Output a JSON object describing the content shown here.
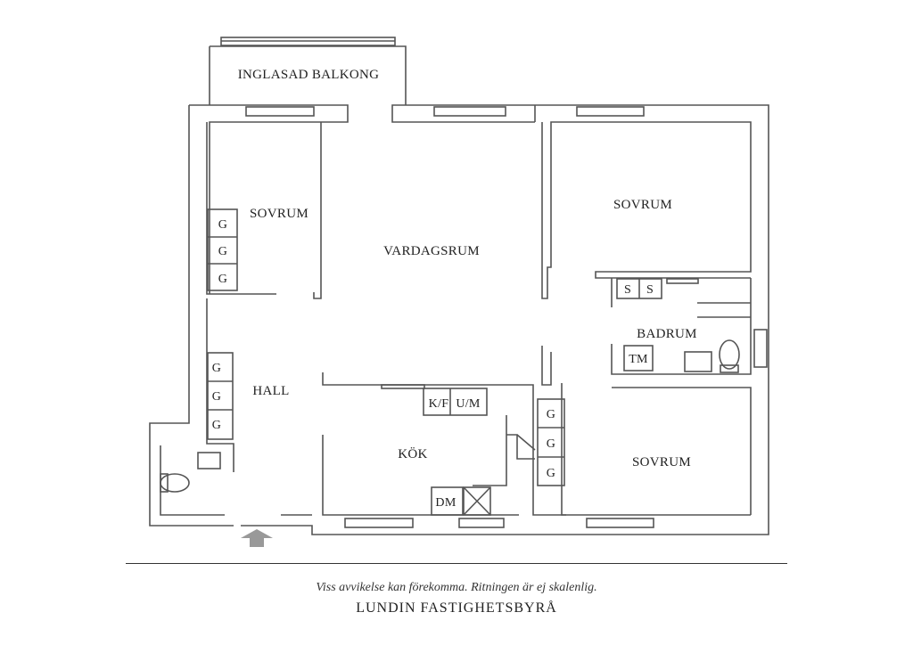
{
  "rooms": {
    "balcony": "INGLASAD BALKONG",
    "bedroom_left": "SOVRUM",
    "living": "VARDAGSRUM",
    "bedroom_top_right": "SOVRUM",
    "bathroom": "BADRUM",
    "hall": "HALL",
    "kitchen": "KÖK",
    "bedroom_bottom_right": "SOVRUM"
  },
  "fixtures": {
    "wardrobe": "G",
    "shelf": "S",
    "washer": "TM",
    "fridge_freezer_micro": "K/F",
    "micro": "U/M",
    "dishwasher": "DM"
  },
  "footer": {
    "disclaimer": "Viss avvikelse kan förekomma. Ritningen är ej skalenlig.",
    "brand": "LUNDIN FASTIGHETSBYRÅ"
  }
}
